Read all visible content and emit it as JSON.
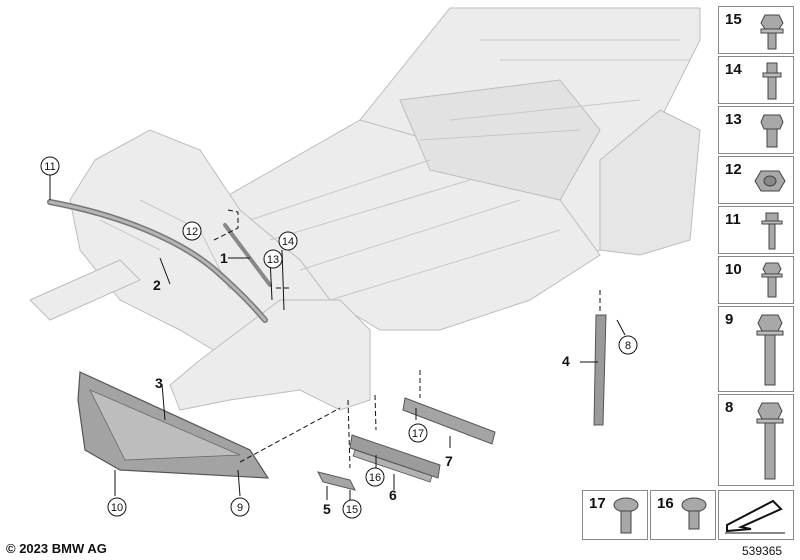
{
  "copyright": "© 2023 BMW AG",
  "diagram_id": "539365",
  "callouts": {
    "c1": "1",
    "c2": "2",
    "c3": "3",
    "c4": "4",
    "c5": "5",
    "c6": "6",
    "c7": "7",
    "c8": "8",
    "c9": "9",
    "c10": "10",
    "c11": "11",
    "c12": "12",
    "c13": "13",
    "c14": "14",
    "c15": "15",
    "c16": "16",
    "c17": "17"
  },
  "fastener_panel": [
    "15",
    "14",
    "13",
    "12",
    "11",
    "10",
    "9",
    "8"
  ],
  "bottom_panel": [
    "17",
    "16"
  ],
  "colors": {
    "body_fill": "#ececec",
    "body_stroke": "#b9b9b9",
    "part_fill": "#9e9e9e",
    "part_stroke": "#555555",
    "fastener_fill": "#a8a8a8",
    "line_color": "#111111"
  }
}
